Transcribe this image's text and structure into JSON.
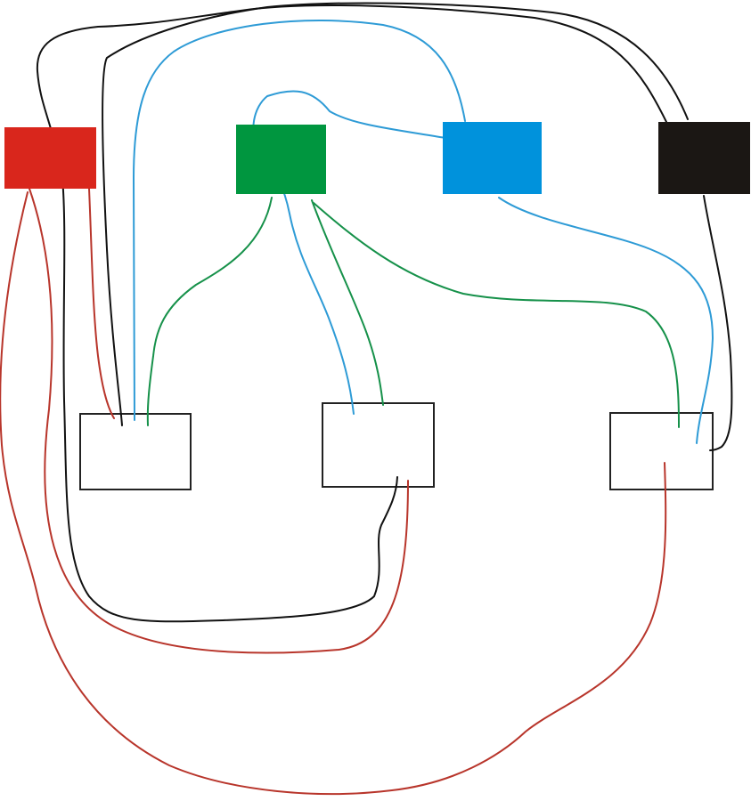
{
  "colors": {
    "red": "#d9261c",
    "green": "#00963f",
    "blue": "#0092dc",
    "black": "#1b1714",
    "wire_red": "#b8352b",
    "wire_green": "#16914a",
    "wire_blue": "#2e9bd6",
    "wire_black": "#111111",
    "box_outline": "#222222",
    "background": "#ffffff"
  },
  "source_blocks": [
    {
      "id": "red",
      "color": "red"
    },
    {
      "id": "green",
      "color": "green"
    },
    {
      "id": "blue",
      "color": "blue"
    },
    {
      "id": "black",
      "color": "black"
    }
  ],
  "target_boxes": [
    {
      "id": "left"
    },
    {
      "id": "middle"
    },
    {
      "id": "right"
    }
  ],
  "connections": [
    {
      "from": "red",
      "to": "left",
      "color": "wire_red"
    },
    {
      "from": "red",
      "to": "middle",
      "color": "wire_red"
    },
    {
      "from": "red",
      "to": "right",
      "color": "wire_red"
    },
    {
      "from": "green",
      "to": "left",
      "color": "wire_green"
    },
    {
      "from": "green",
      "to": "middle",
      "color": "wire_green"
    },
    {
      "from": "green",
      "to": "right",
      "color": "wire_green"
    },
    {
      "from": "blue",
      "to": "left",
      "color": "wire_blue"
    },
    {
      "from": "blue",
      "to": "middle",
      "color": "wire_blue"
    },
    {
      "from": "blue",
      "to": "right",
      "color": "wire_blue"
    },
    {
      "from": "black",
      "to": "left",
      "color": "wire_black"
    },
    {
      "from": "black",
      "to": "middle",
      "color": "wire_black"
    },
    {
      "from": "black",
      "to": "right",
      "color": "wire_black"
    }
  ]
}
